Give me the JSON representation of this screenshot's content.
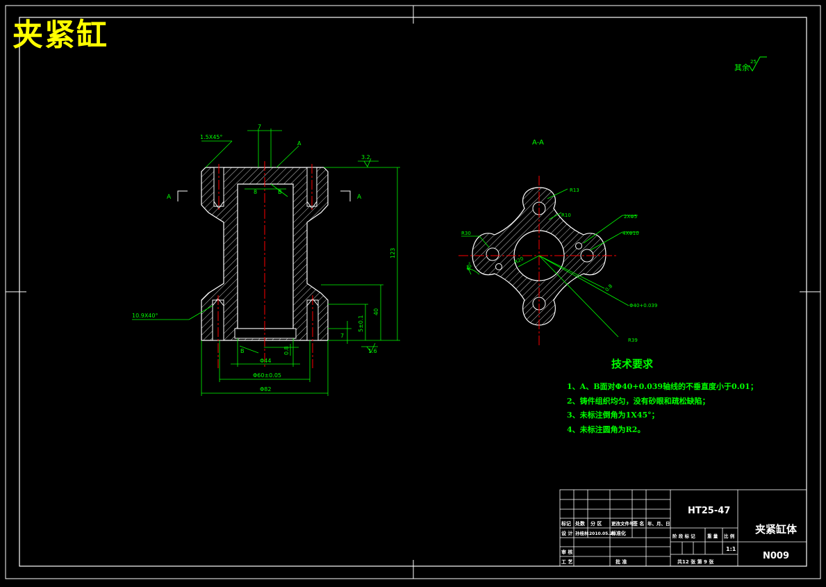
{
  "colors": {
    "background": "#000000",
    "frame": "#ffffff",
    "geometry": "#ffffff",
    "hatch": "#ffffff",
    "dimension": "#00ff00",
    "centerline": "#ff0000",
    "title": "#ffff00"
  },
  "header": {
    "title": "夹紧缸"
  },
  "surface_note": {
    "text": "其余",
    "roughness": "25"
  },
  "front_view": {
    "section_marker_left": "A",
    "section_marker_right": "A",
    "dims": {
      "chamfer_top": "1.5X45°",
      "top_width": "7",
      "datum_a": "A",
      "roughness_top": "3.2",
      "inner_width": "8",
      "datum_b": "B",
      "overall_height": "123",
      "lower_height": "40",
      "bore_depth": "7",
      "tol_depth": "5±0.1",
      "thread_note": "10.9X40°",
      "bottom_b": "B",
      "bottom_roughness": "1.6",
      "bore_dia": "Φ44",
      "mid_dia": "Φ60±0.05",
      "outer_dia": "Φ82",
      "groove": "0.8"
    }
  },
  "section_view": {
    "label": "A-A",
    "dims": {
      "r13": "R13",
      "r10": "R10",
      "pin_holes": "2XΦ5",
      "bolt_holes": "4XΦ10",
      "r30": "R30",
      "angle": "60°",
      "r20": "R20",
      "chamfer": "0.8",
      "bore": "Φ40+0.039",
      "r39": "R39"
    }
  },
  "tech_requirements": {
    "title": "技术要求",
    "items": [
      "1、A、B面对Φ40+0.039轴线的不垂直度小于0.01；",
      "2、铸件组织均匀，没有砂眼和疏松缺陷；",
      "3、未标注倒角为1X45°；",
      "4、未标注圆角为R2。"
    ]
  },
  "title_block": {
    "material": "HT25-47",
    "part_name": "夹紧缸体",
    "drawing_no": "N009",
    "scale": "1:1",
    "headers": [
      "标记",
      "处数",
      "分 区",
      "更改文件号",
      "签 名",
      "年、月、日"
    ],
    "design": "设 计",
    "designer": "孙桂林",
    "design_date": "2010.05.20",
    "standard": "标准化",
    "review": "审 核",
    "process": "工 艺",
    "approve": "批 准",
    "stage_labels": [
      "阶 段 标 记",
      "重 量",
      "比 例"
    ],
    "sheets": "共12 张 第 9 张"
  }
}
